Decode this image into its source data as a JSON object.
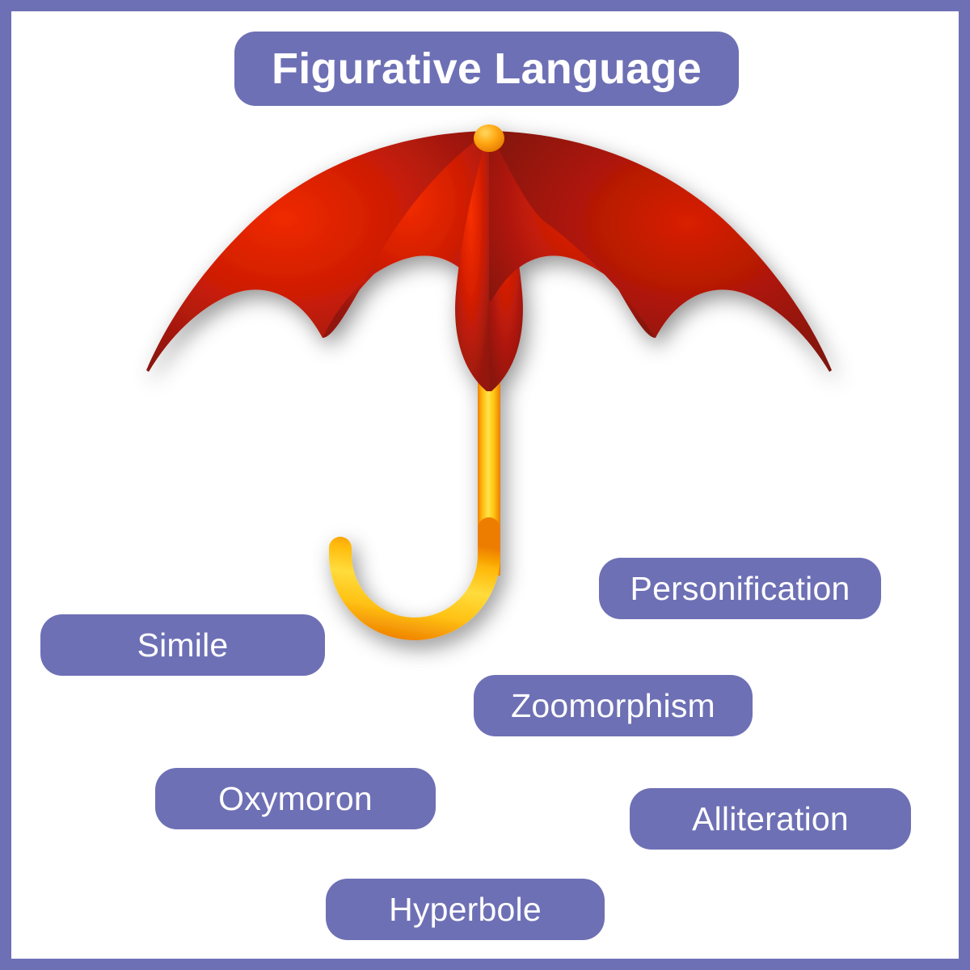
{
  "poster": {
    "title": "Figurative Language",
    "background_color": "#FFFFFF",
    "border_color": "#6E70B5",
    "pill_color": "#6E70B5",
    "pill_text_color": "#FFFFFF"
  },
  "illustration": {
    "name": "red-umbrella",
    "canopy_color_bright": "#F02800",
    "canopy_color_dark": "#8E1810",
    "canopy_color_mid": "#C01A08",
    "handle_color_outer": "#FF9000",
    "handle_color_inner": "#FFD400",
    "finial_color": "#FFB020",
    "panel_count": 6,
    "scallop_count": 5
  },
  "terms": [
    {
      "label": "Simile"
    },
    {
      "label": "Personification"
    },
    {
      "label": "Zoomorphism"
    },
    {
      "label": "Oxymoron"
    },
    {
      "label": "Alliteration"
    },
    {
      "label": "Hyperbole"
    }
  ]
}
